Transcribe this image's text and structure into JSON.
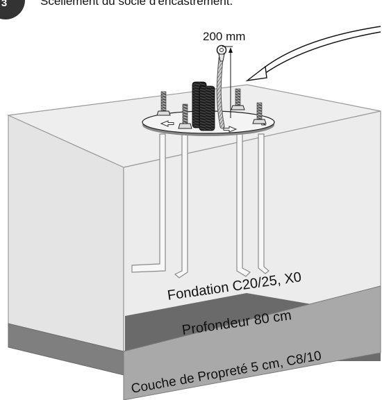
{
  "step_number": "3",
  "caption": "Scellement du socle d'encastrement.",
  "measurement_label": "200 mm",
  "foundation_label": "Fondation C20/25, X0",
  "depth_label": "Profondeur 80 cm",
  "cleanliness_layer_label": "Couche de Propreté 5 cm, C8/10",
  "colors": {
    "foundation_fill": "#e9e9e9",
    "foundation_stroke": "#9a9a9a",
    "dark_floor": "#5e5e5e",
    "layer_fill": "#a9a9a9",
    "layer_side": "#7f7f7f",
    "step_badge": "#333333"
  }
}
